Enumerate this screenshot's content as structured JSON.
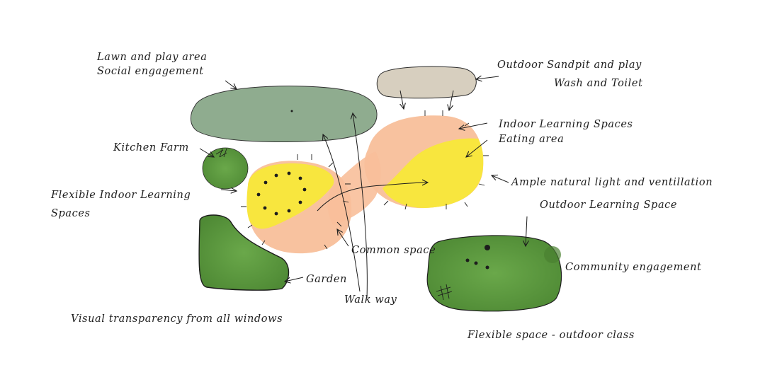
{
  "labels": {
    "lawn_line1": "Lawn and play area",
    "lawn_line2": "Social engagement",
    "sandpit": "Outdoor Sandpit and play",
    "wash_toilet": "Wash and Toilet",
    "indoor_learning": "Indoor Learning Spaces",
    "eating_area": "Eating area",
    "kitchen_farm": "Kitchen Farm",
    "ample_light": "Ample natural light and ventillation",
    "flexible_indoor_line1": "Flexible Indoor Learning",
    "flexible_indoor_line2": "Spaces",
    "outdoor_learning": "Outdoor Learning Space",
    "common_space": "Common space",
    "community_engagement": "Community engagement",
    "garden": "Garden",
    "walk_way": "Walk way",
    "visual_transparency": "Visual transparency from all windows",
    "flexible_outdoor": "Flexible space - outdoor class"
  },
  "colors": {
    "lawn_green": "#8aa88a",
    "dark_green": "#5a9a40",
    "sandpit_beige": "#d7cfbf",
    "peach": "#f8bf9a",
    "yellow": "#f8e63e",
    "ink": "#1d1d1d"
  }
}
